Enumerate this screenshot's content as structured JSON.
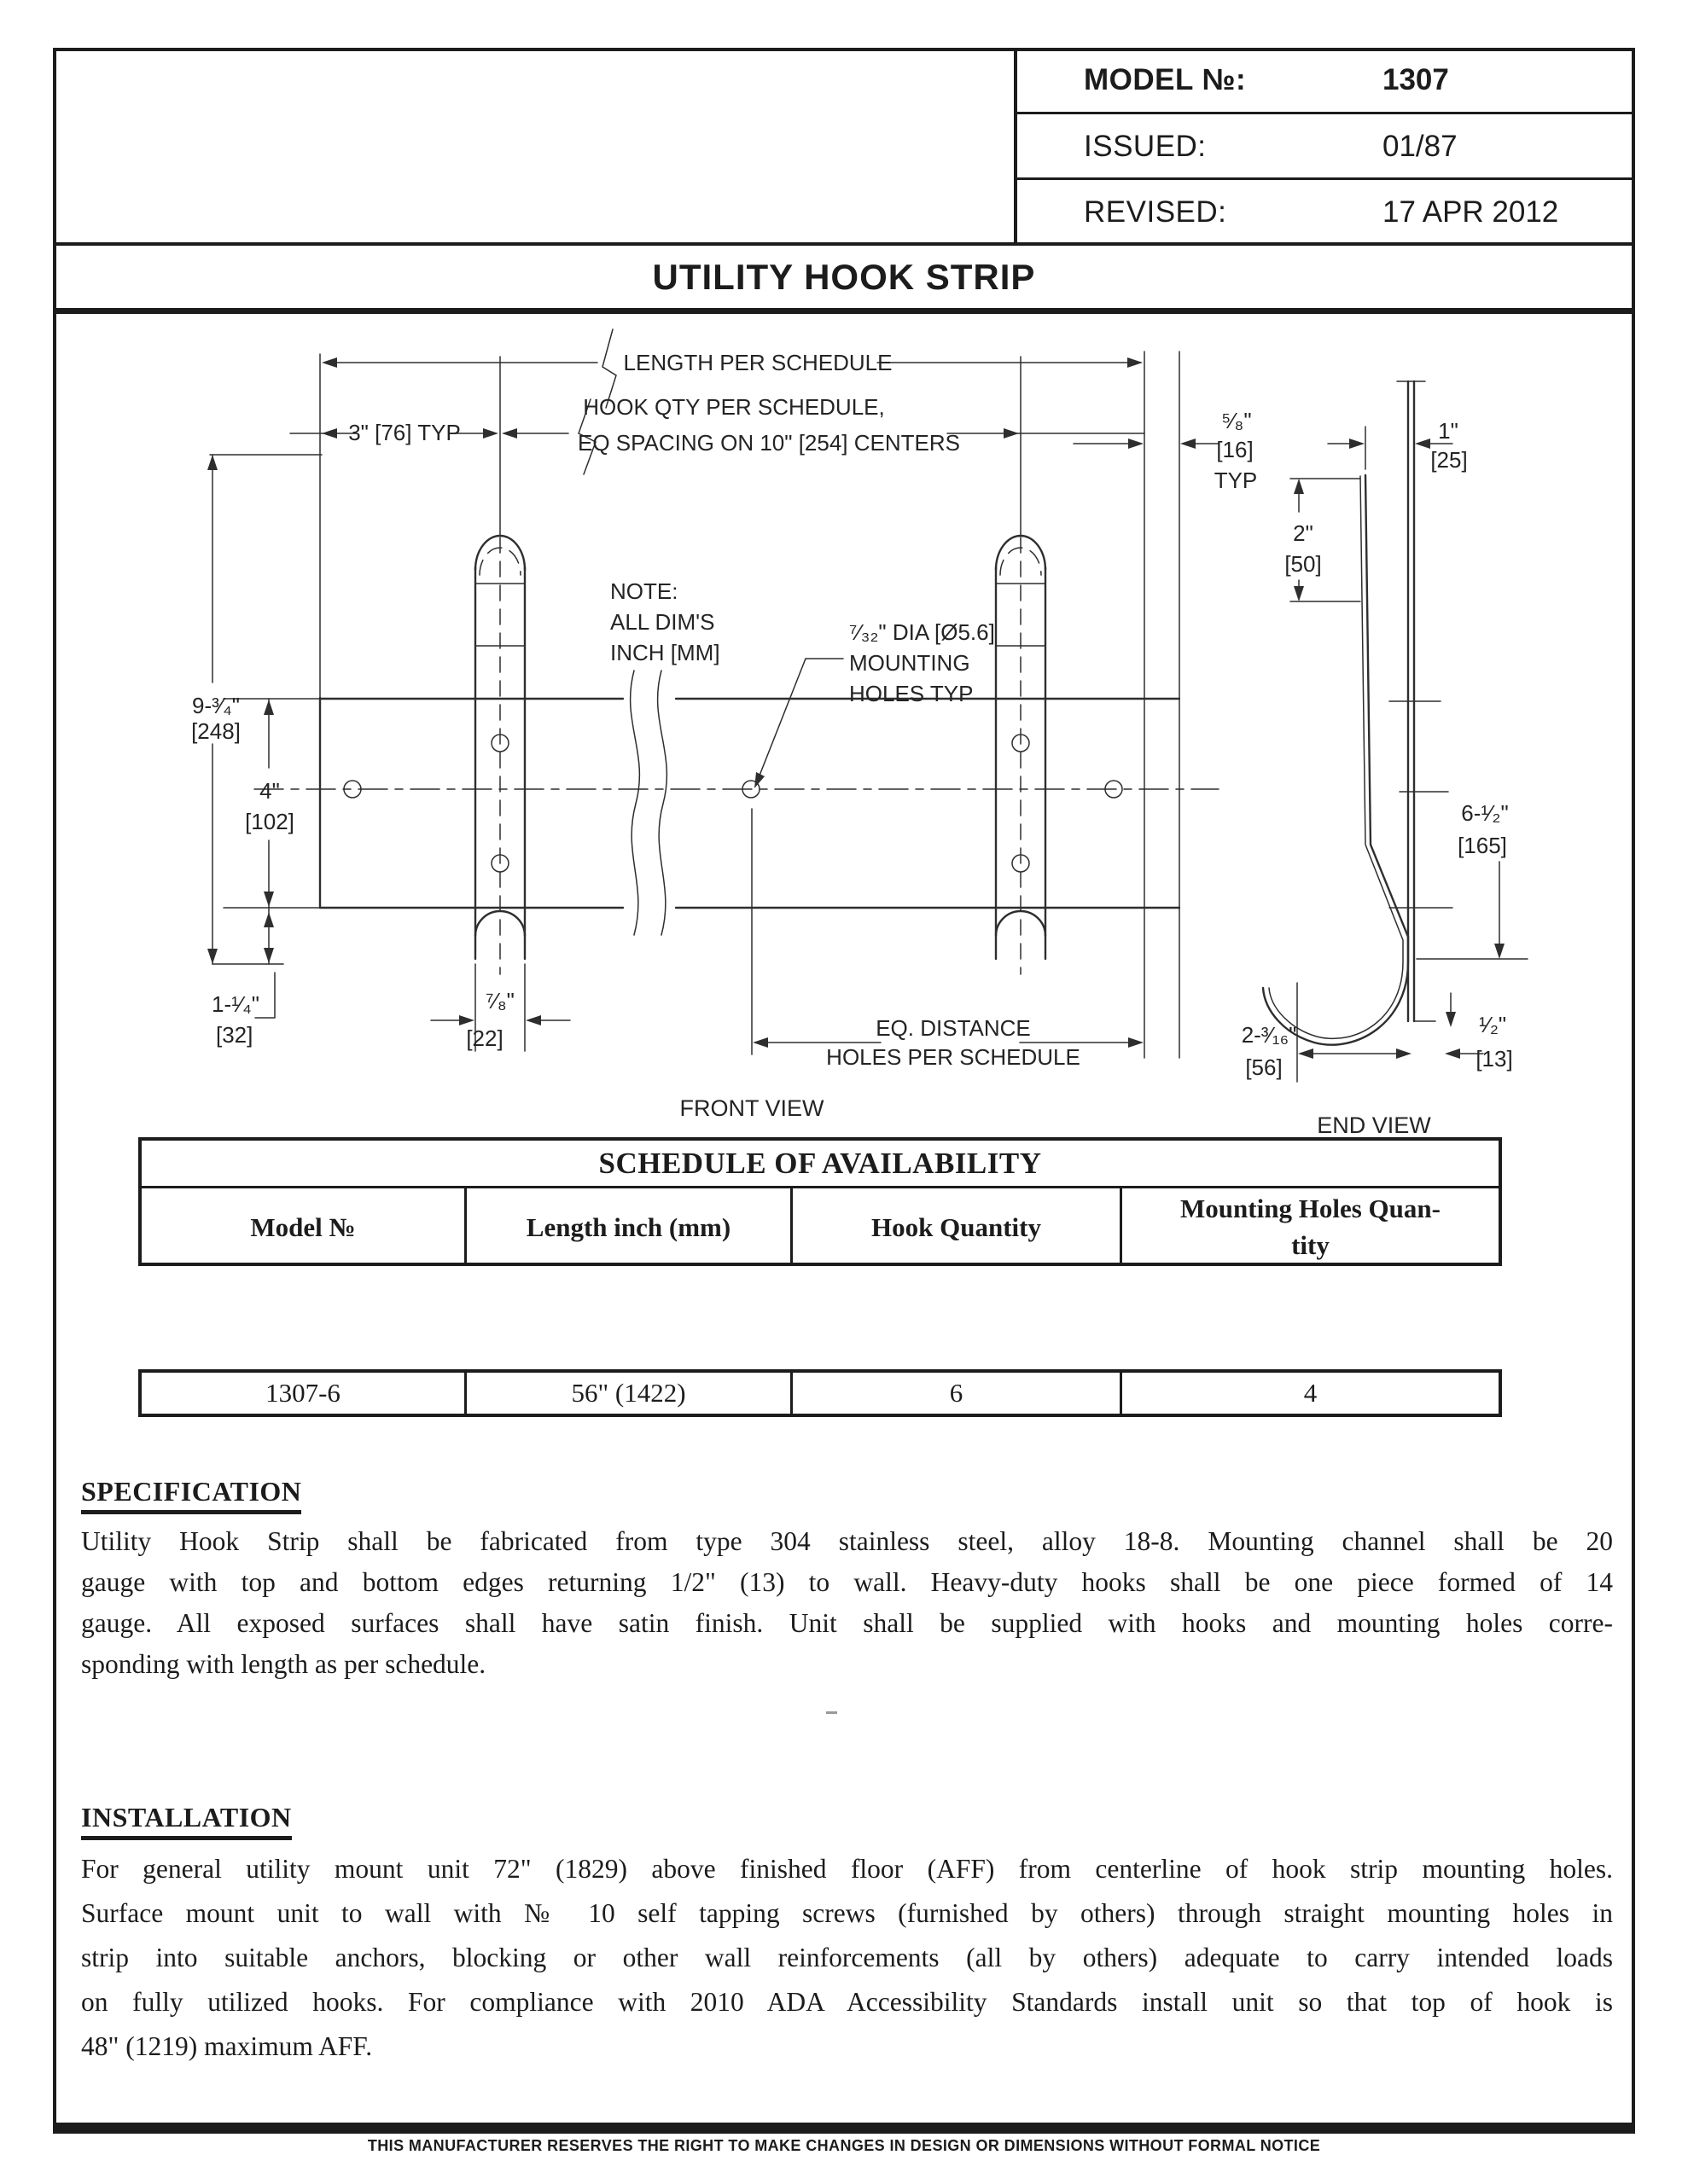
{
  "colors": {
    "ink": "#1c1c1c",
    "paper": "#ffffff"
  },
  "header": {
    "title": "UTILITY HOOK STRIP",
    "fields": [
      {
        "label": "MODEL №:",
        "value": "1307"
      },
      {
        "label": "ISSUED:",
        "value": "01/87"
      },
      {
        "label": "REVISED:",
        "value": "17 APR 2012"
      }
    ]
  },
  "drawing": {
    "top": {
      "length_dim": "LENGTH PER SCHEDULE",
      "hook_qty_line1": "HOOK QTY PER SCHEDULE,",
      "hook_qty_line2": "EQ SPACING ON 10\" [254] CENTERS",
      "dim_3in": "3\" [76] TYP"
    },
    "note": {
      "l1": "NOTE:",
      "l2": "ALL DIM'S",
      "l3": "INCH [MM]"
    },
    "holes_callout": {
      "l1": "⁷⁄₃₂\" DIA [Ø5.6]",
      "l2": "MOUNTING",
      "l3": "HOLES TYP"
    },
    "front": {
      "dim_9_34": "9-³⁄₄\"",
      "dim_9_34_mm": "[248]",
      "dim_4": "4\"",
      "dim_4_mm": "[102]",
      "dim_1_14": "1-¹⁄₄\"",
      "dim_1_14_mm": "[32]",
      "dim_7_8": "⁷⁄₈\"",
      "dim_7_8_mm": "[22]",
      "eq_l1": "EQ. DISTANCE",
      "eq_l2": "HOLES PER SCHEDULE",
      "caption": "FRONT VIEW"
    },
    "end": {
      "dim_5_8": "⁵⁄₈\"",
      "dim_5_8_mm": "[16]",
      "dim_5_8_typ": "TYP",
      "dim_1": "1\"",
      "dim_1_mm": "[25]",
      "dim_2": "2\"",
      "dim_2_mm": "[50]",
      "dim_6_12": "6-¹⁄₂\"",
      "dim_6_12_mm": "[165]",
      "dim_2_316": "2-³⁄₁₆\"",
      "dim_2_316_mm": "[56]",
      "dim_1_2": "¹⁄₂\"",
      "dim_1_2_mm": "[13]",
      "caption": "END VIEW"
    }
  },
  "schedule": {
    "title": "SCHEDULE OF AVAILABILITY",
    "columns": [
      "Model №",
      "Length inch (mm)",
      "Hook Quantity",
      "Mounting Holes Quan-\ntity"
    ],
    "rows": [
      [
        "1307-6",
        "56\" (1422)",
        "6",
        "4"
      ]
    ]
  },
  "specification": {
    "heading": "SPECIFICATION",
    "lines": [
      "Utility Hook Strip shall be fabricated from type 304 stainless steel, alloy 18-8.  Mounting channel shall be 20",
      "gauge with top and bottom edges returning 1/2\" (13) to wall.  Heavy-duty hooks shall be one piece formed of 14",
      "gauge.  All exposed surfaces shall have satin finish.  Unit shall be supplied with hooks and mounting holes corre-",
      "sponding with length as per schedule."
    ]
  },
  "installation": {
    "heading": "INSTALLATION",
    "lines": [
      "For general utility mount unit 72\" (1829) above finished floor (AFF) from centerline of hook strip mounting holes.",
      "Surface mount unit to wall with № 10 self tapping screws (furnished by others) through straight mounting holes in",
      "strip into suitable anchors, blocking or other wall reinforcements (all by others) adequate to carry intended loads",
      "on fully utilized hooks.  For compliance with 2010 ADA Accessibility Standards install unit so that top of hook is",
      "48\" (1219) maximum AFF."
    ]
  },
  "footer": {
    "notice": "THIS MANUFACTURER RESERVES THE RIGHT TO MAKE CHANGES IN DESIGN OR DIMENSIONS WITHOUT FORMAL NOTICE"
  }
}
